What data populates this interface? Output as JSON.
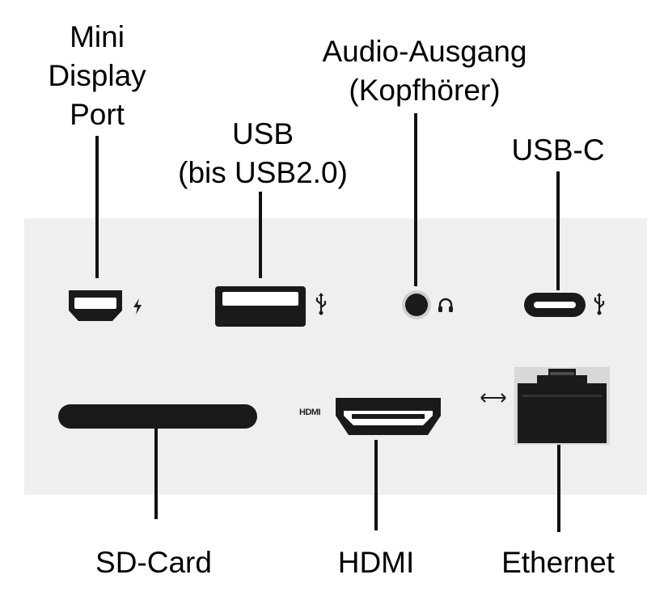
{
  "labels": {
    "mini_display_port": [
      "Mini",
      "Display",
      "Port"
    ],
    "usb": [
      "USB",
      "(bis USB2.0)"
    ],
    "audio": [
      "Audio-Ausgang",
      "(Kopfhörer)"
    ],
    "usb_c": "USB-C",
    "sd_card": "SD-Card",
    "hdmi": "HDMI",
    "ethernet": "Ethernet"
  },
  "port_markings": {
    "hdmi_logo": "HDMI"
  },
  "icons": [
    "thunderbolt-icon",
    "usb-icon",
    "headphones-icon",
    "usb-icon",
    "ethernet-arrows-icon"
  ],
  "colors": {
    "panel": "#efefef",
    "port": "#1a1a1a",
    "text": "#000000"
  }
}
